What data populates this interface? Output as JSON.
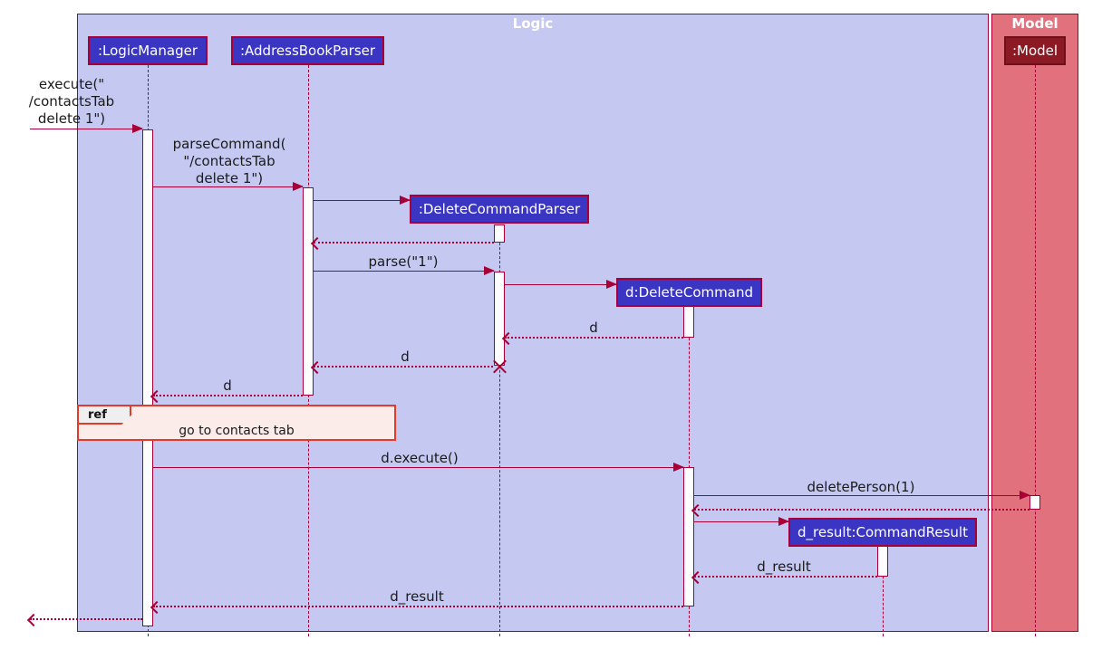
{
  "frames": {
    "logic": {
      "title": "Logic"
    },
    "model": {
      "title": "Model"
    }
  },
  "participants": {
    "logic_manager": ":LogicManager",
    "address_book_parser": ":AddressBookParser",
    "delete_command_parser": ":DeleteCommandParser",
    "delete_command": "d:DeleteCommand",
    "model": ":Model",
    "command_result": "d_result:CommandResult"
  },
  "messages": {
    "execute_line1": "execute(\"",
    "execute_line2": "/contactsTab",
    "execute_line3": "delete 1\")",
    "parse_command_line1": "parseCommand(",
    "parse_command_line2": "\"/contactsTab",
    "parse_command_line3": "delete 1\")",
    "parse": "parse(\"1\")",
    "return_d": "d",
    "d_execute": "d.execute()",
    "delete_person": "deletePerson(1)",
    "return_d_result": "d_result"
  },
  "ref": {
    "keyword": "ref",
    "label": "go to contacts tab"
  },
  "colors": {
    "logic_frame_fill": "#C5C9F2",
    "model_frame_fill": "#E2717E",
    "frame_border": "#A80036",
    "participant_fill": "#3B35C3",
    "participant_border": "#A80036",
    "model_participant_fill": "#8B1A24",
    "model_participant_border": "#6E0F1A",
    "line_color": "#A80036",
    "activation_fill": "#FDFDFE",
    "ref_border": "#E5392B",
    "ref_fill": "#FBECEA",
    "ref_tab_fill": "#EFEFEF",
    "message_text": "#1A1A1A",
    "frame_title_text": "#FFFFFF"
  }
}
